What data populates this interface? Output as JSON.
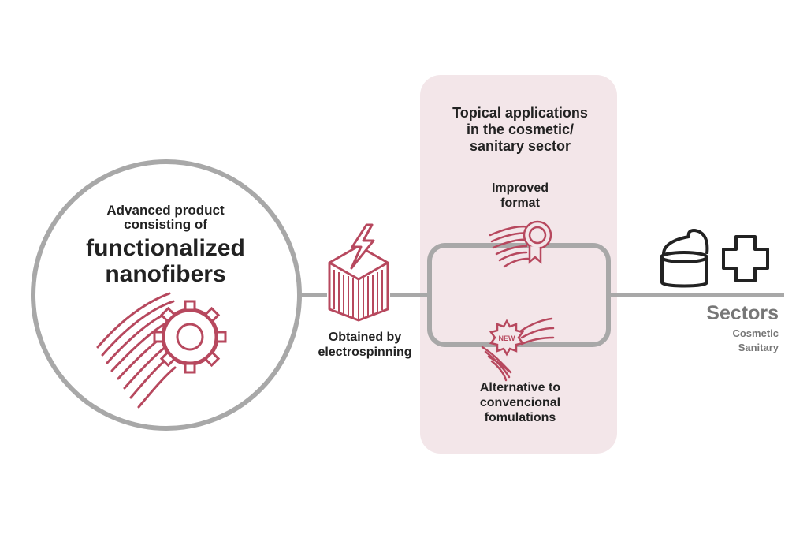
{
  "colors": {
    "accent": "#b7485e",
    "panel_bg": "#f3e6e9",
    "line_gray": "#a8a8a8",
    "text_dark": "#222222",
    "text_gray": "#777777"
  },
  "product": {
    "line1": "Advanced product",
    "line2": "consisting of",
    "line3": "functionalized",
    "line4": "nanofibers",
    "icon": "fibers-gear-icon"
  },
  "process": {
    "line1": "Obtained by",
    "line2": "electrospinning",
    "icon": "electrospinning-icon"
  },
  "applications": {
    "title_line1": "Topical applications",
    "title_line2": "in the cosmetic/",
    "title_line3": "sanitary sector",
    "improved_line1": "Improved",
    "improved_line2": "format",
    "improved_icon": "fibers-award-icon",
    "alternative_line1": "Alternative to",
    "alternative_line2": "convencional",
    "alternative_line3": "fomulations",
    "new_badge": "NEW",
    "alternative_icon": "fibers-new-badge-icon"
  },
  "sectors": {
    "title": "Sectors",
    "item1": "Cosmetic",
    "item2": "Sanitary",
    "icons": [
      "cream-jar-icon",
      "medical-cross-icon"
    ]
  }
}
